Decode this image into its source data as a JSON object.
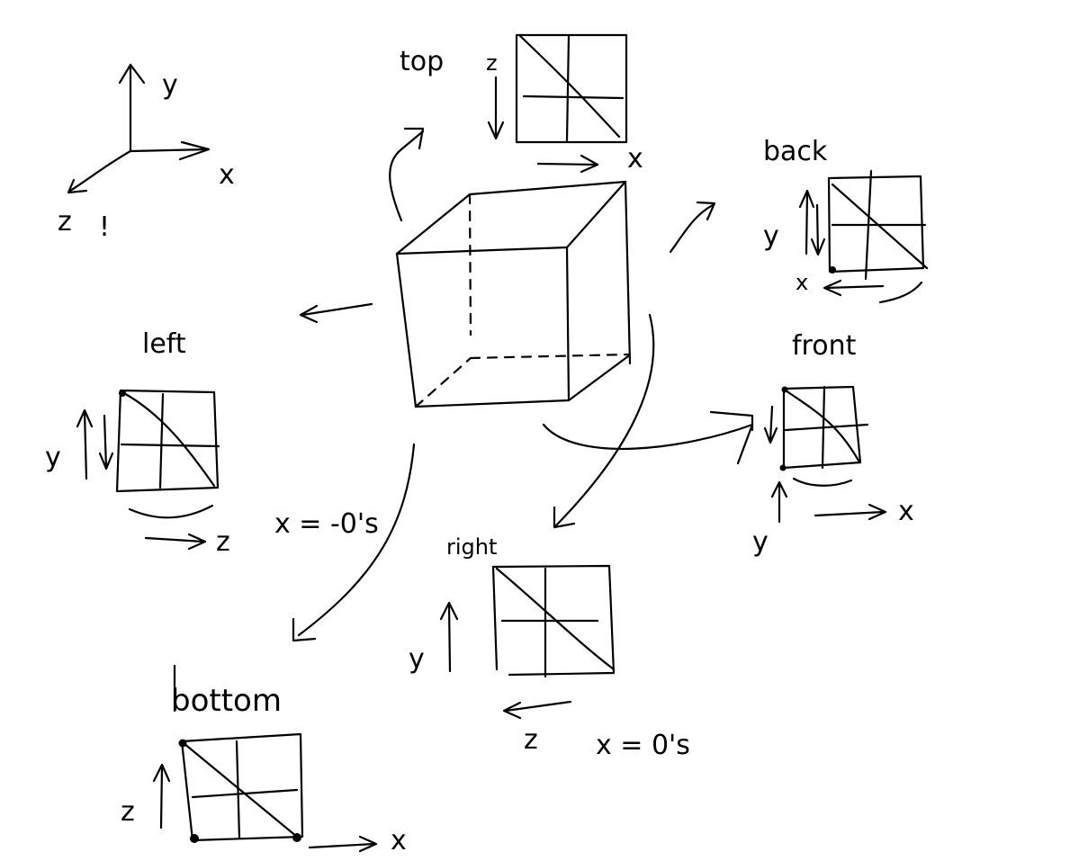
{
  "axes": {
    "x_label": "x",
    "y_label": "y",
    "z_label": "z",
    "z_mark": "!"
  },
  "faces": {
    "top": {
      "label": "top",
      "axis_v": "z",
      "axis_h": "x"
    },
    "back": {
      "label": "back",
      "axis_v": "y",
      "axis_h": "x"
    },
    "left": {
      "label": "left",
      "axis_v": "y",
      "axis_h": "z",
      "note": "x = -0's"
    },
    "front": {
      "label": "front",
      "axis_v": "y",
      "axis_h": "x"
    },
    "right": {
      "label": "right",
      "axis_v": "y",
      "axis_h": "z",
      "note": "x = 0's"
    },
    "bottom": {
      "label": "bottom",
      "axis_v": "z",
      "axis_h": "x"
    }
  },
  "colors": {
    "ink": "#000000",
    "paper": "#ffffff"
  }
}
